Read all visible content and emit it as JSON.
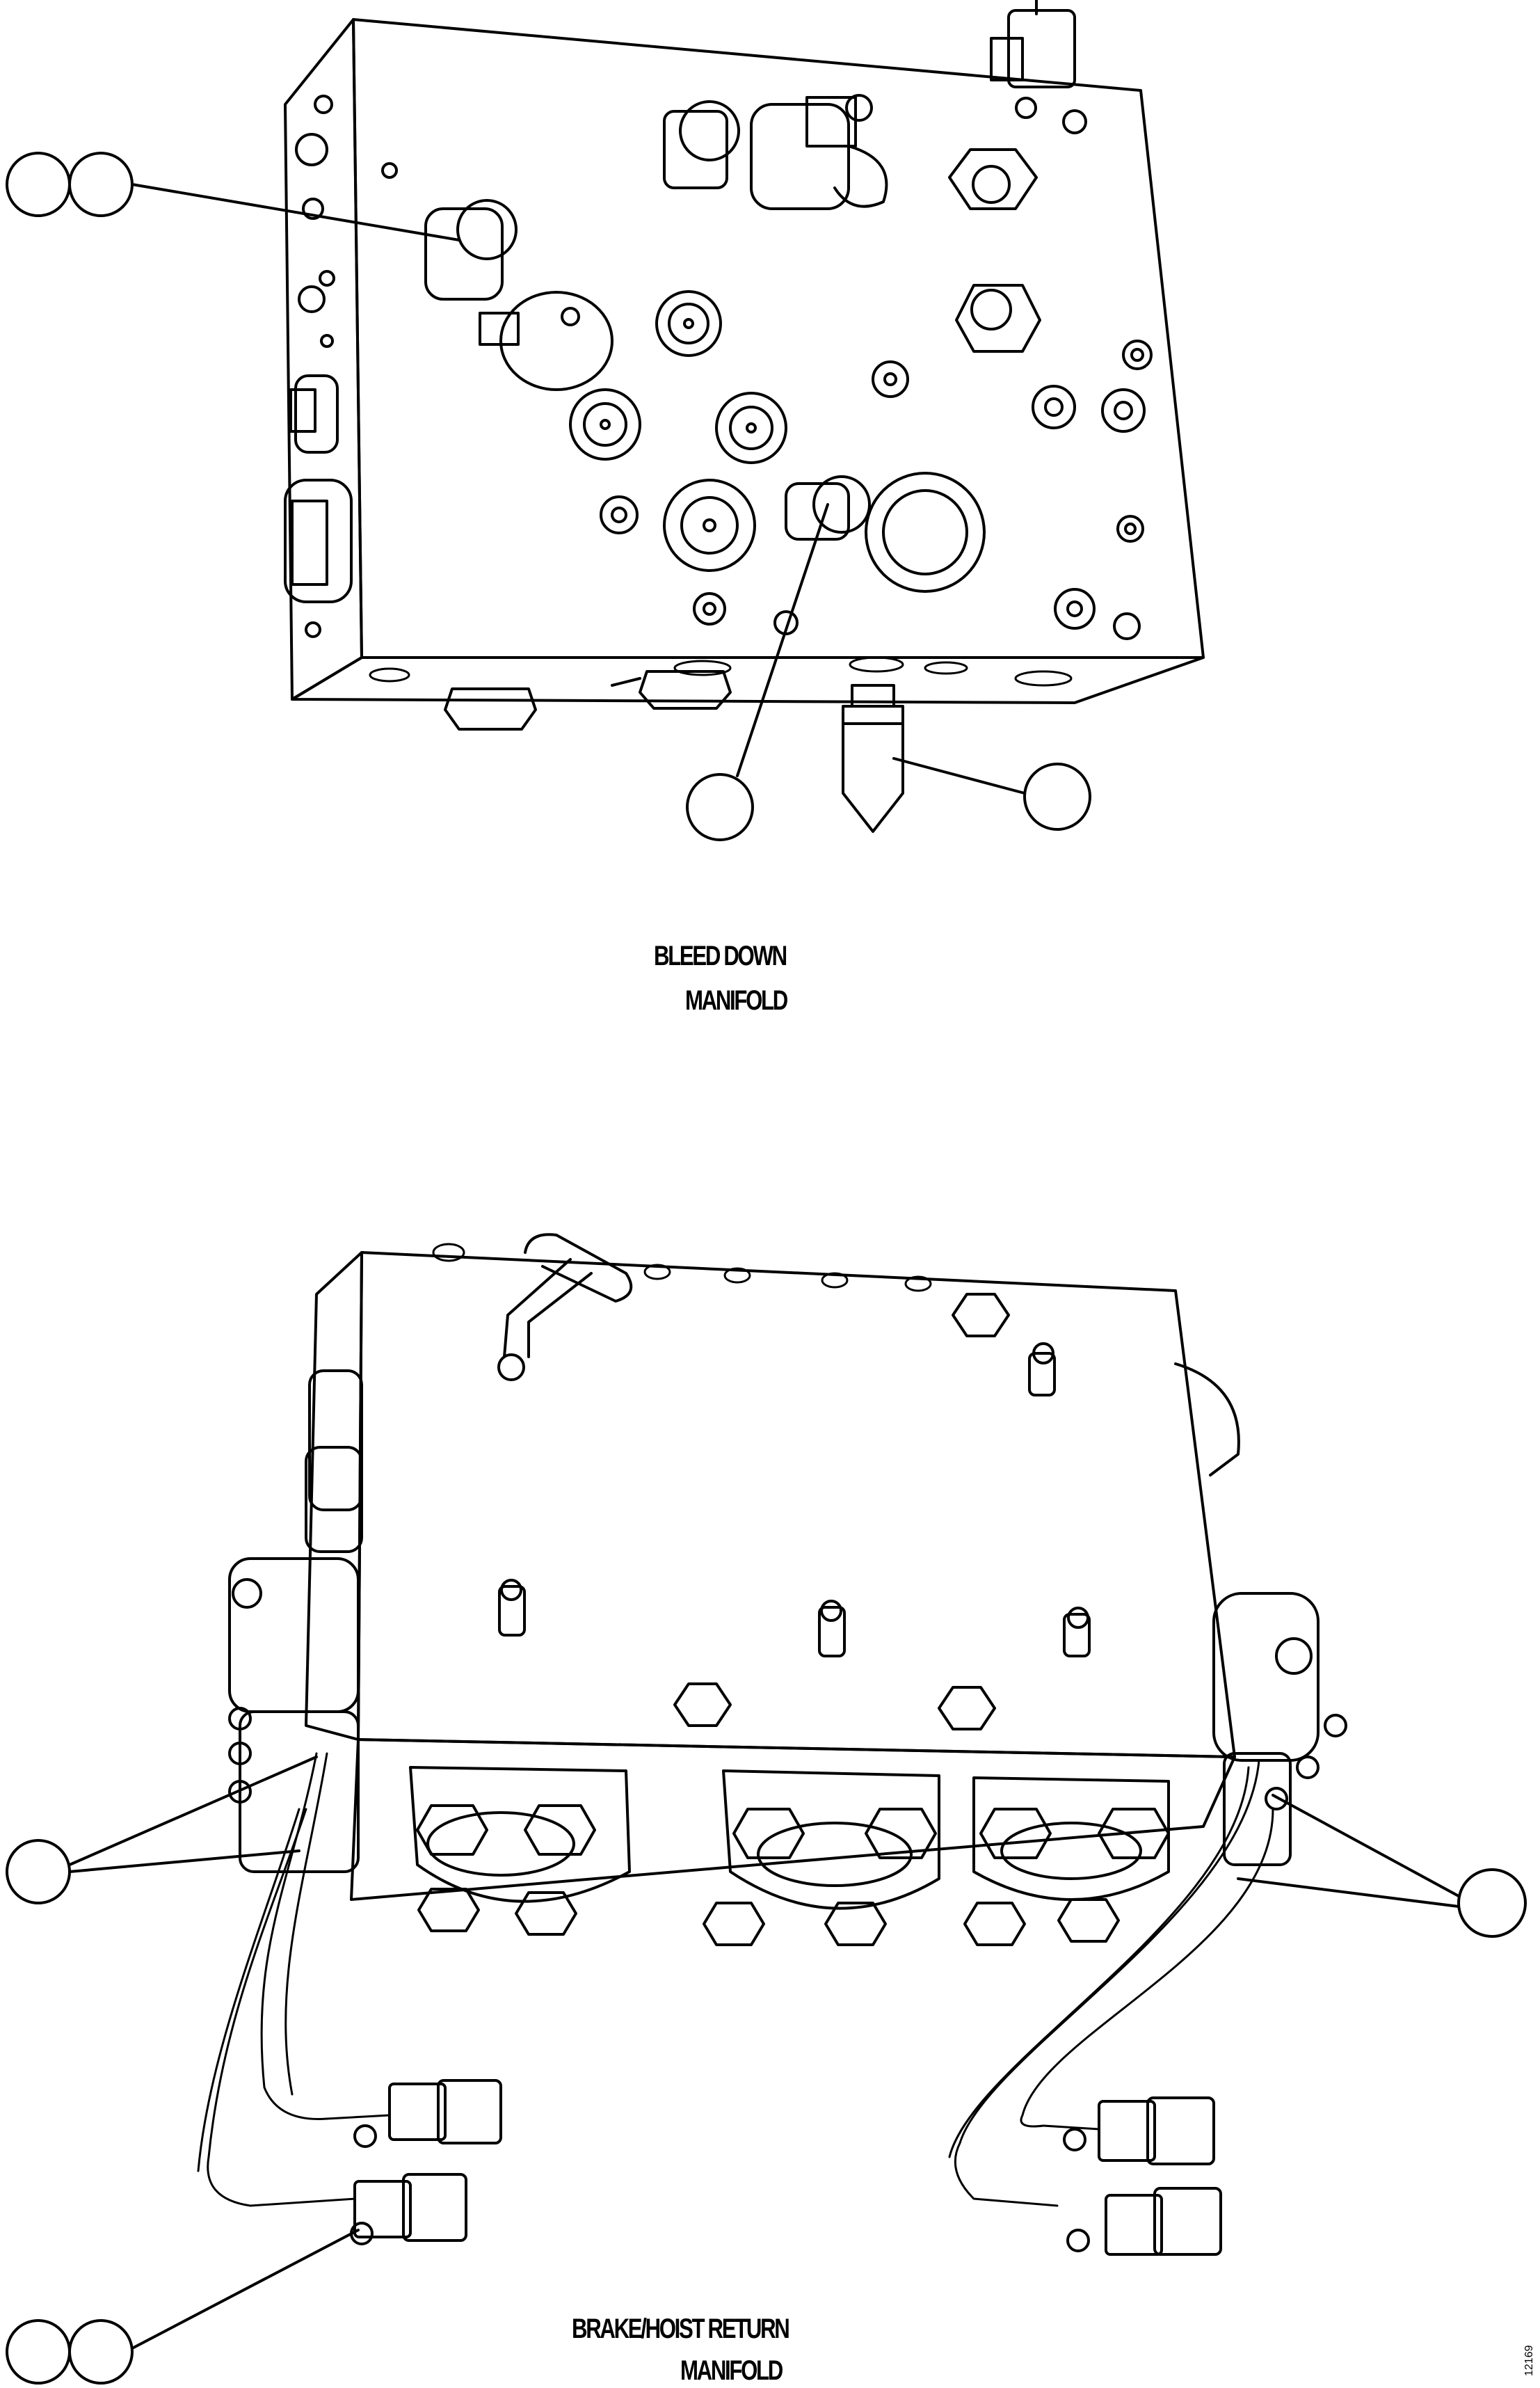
{
  "figure": {
    "top_assembly": {
      "caption_line1": "BLEED DOWN",
      "caption_line2": "MANIFOLD"
    },
    "bottom_assembly": {
      "caption_line1": "BRAKE/HOIST RETURN",
      "caption_line2": "MANIFOLD"
    },
    "sheet_number": "12169"
  },
  "colors": {
    "line": "#000000",
    "background": "#ffffff"
  }
}
